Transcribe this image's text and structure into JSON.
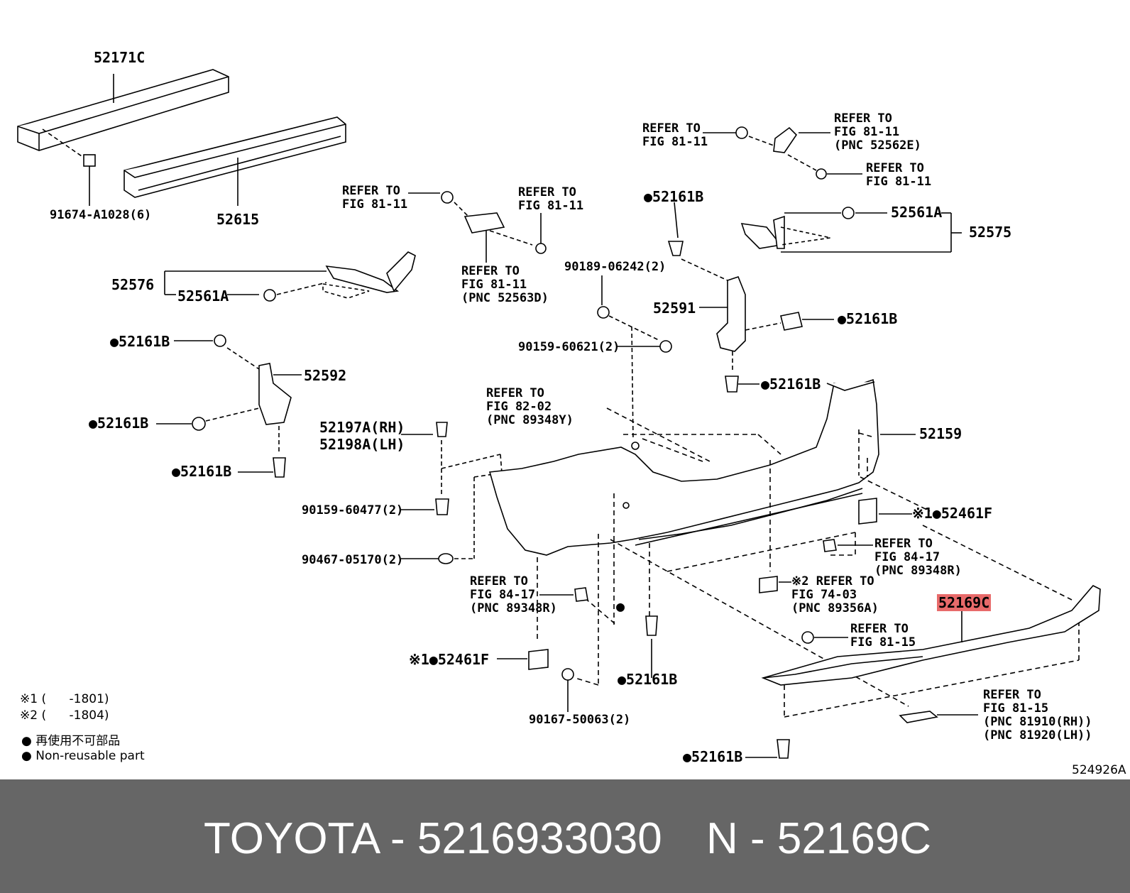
{
  "diagram": {
    "code": "524926A",
    "highlight_part": "52169C",
    "legend": {
      "note1": "※1 (      -1801)",
      "note2": "※2 (      -1804)",
      "jp": "● 再使用不可部品",
      "en": "● Non-reusable part"
    },
    "parts": {
      "p52171C": "52171C",
      "p52615": "52615",
      "p91674": "91674-A1028(6)",
      "p52576": "52576",
      "p52561A_l": "52561A",
      "p52561A_r": "52561A",
      "p52575": "52575",
      "p52161B_1": "●52161B",
      "p52161B_2": "●52161B",
      "p52161B_3": "●52161B",
      "p52161B_4": "●52161B",
      "p52161B_5": "●52161B",
      "p52161B_6": "●52161B",
      "p52161B_7": "●52161B",
      "p52161B_8": "●52161B",
      "p52592": "52592",
      "p52591": "52591",
      "p90189": "90189-06242(2)",
      "p90159_621": "90159-60621(2)",
      "p52197A": "52197A(RH)",
      "p52198A": "52198A(LH)",
      "p90159_477": "90159-60477(2)",
      "p90467": "90467-05170(2)",
      "p52159": "52159",
      "p52461F_r": "※1●52461F",
      "p52461F_l": "※1●52461F",
      "p90167": "90167-50063(2)",
      "p52169C": "52169C",
      "dot_single": "●"
    },
    "refs": {
      "r1": "REFER TO\nFIG 81-11",
      "r2": "REFER TO\nFIG 81-11\n(PNC 52562E)",
      "r3": "REFER TO\nFIG 81-11",
      "r4": "REFER TO\nFIG 81-11",
      "r5": "REFER TO\nFIG 81-11",
      "r6": "REFER TO\nFIG 81-11\n(PNC 52563D)",
      "r7": "REFER TO\nFIG 82-02\n(PNC 89348Y)",
      "r8": "REFER TO\nFIG 84-17\n(PNC 89348R)",
      "r9": "※2 REFER TO\nFIG 74-03\n(PNC 89356A)",
      "r10": "REFER TO\nFIG 84-17\n(PNC 89348R)",
      "r11": "REFER TO\nFIG 81-15",
      "r12": "REFER TO\nFIG 81-15\n(PNC 81910(RH))\n(PNC 81920(LH))"
    }
  },
  "footer": {
    "brand": "TOYOTA - 5216933030",
    "ref": "N - 52169C"
  }
}
